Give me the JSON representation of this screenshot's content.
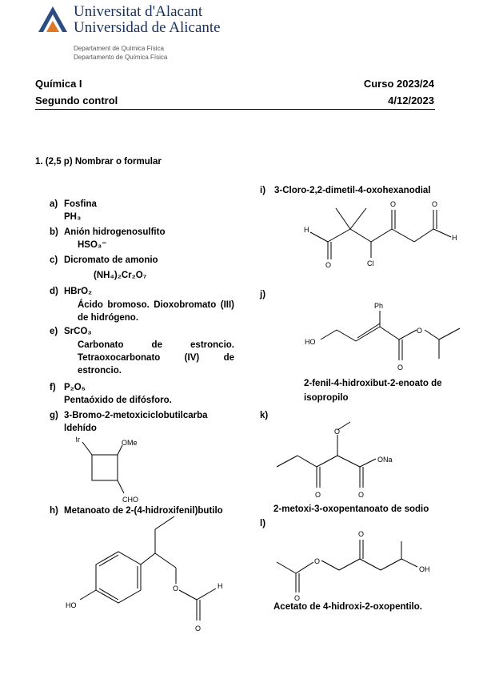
{
  "header": {
    "university_ca": "Universitat d'Alacant",
    "university_es": "Universidad de Alicante",
    "dept_ca": "Departament de Química Física",
    "dept_es": "Departamento de Química Física",
    "course": "Química I",
    "year": "Curso 2023/24",
    "exam": "Segundo control",
    "date": "4/12/2023"
  },
  "question": {
    "title": "1. (2,5 p) Nombrar o formular"
  },
  "items": {
    "a": {
      "letter": "a)",
      "name": "Fosfina",
      "answer": "PH₃"
    },
    "b": {
      "letter": "b)",
      "name": "Anión hidrogenosulfito",
      "answer": "HSO₃⁻"
    },
    "c": {
      "letter": "c)",
      "name": "Dicromato de amonio",
      "answer": "(NH₄)₂Cr₂O₇"
    },
    "d": {
      "letter": "d)",
      "name": "HBrO₂",
      "answer": "Ácido bromoso. Dioxobromato (III) de hidrógeno."
    },
    "e": {
      "letter": "e)",
      "name": "SrCO₃",
      "answer": "Carbonato de estroncio. Tetraoxocarbonato (IV) de estroncio."
    },
    "f": {
      "letter": "f)",
      "name": "P₂O₅",
      "answer": "Pentaóxido de difósforo."
    },
    "g": {
      "letter": "g)",
      "name": "3-Bromo-2-metoxiciclobutilcarbaldehído",
      "labels": {
        "br": "Br",
        "ome": "OMe",
        "cho": "CHO"
      }
    },
    "h": {
      "letter": "h)",
      "name": "Metanoato de 2-(4-hidroxifenil)butilo",
      "labels": {
        "ho": "HO",
        "o": "O",
        "h": "H"
      }
    },
    "i": {
      "letter": "i)",
      "name": "3-Cloro-2,2-dimetil-4-oxohexanodial",
      "labels": {
        "h": "H",
        "o": "O",
        "cl": "Cl"
      }
    },
    "j": {
      "letter": "j)",
      "answer": "2-fenil-4-hidroxibut-2-enoato de isopropilo",
      "labels": {
        "ph": "Ph",
        "ho": "HO",
        "o": "O"
      }
    },
    "k": {
      "letter": "k)",
      "answer": "2-metoxi-3-oxopentanoato de sodio",
      "labels": {
        "o": "O",
        "ona": "ONa"
      }
    },
    "l": {
      "letter": "l)",
      "answer": "Acetato de 4-hidroxi-2-oxopentilo.",
      "labels": {
        "o": "O",
        "oh": "OH"
      }
    }
  }
}
